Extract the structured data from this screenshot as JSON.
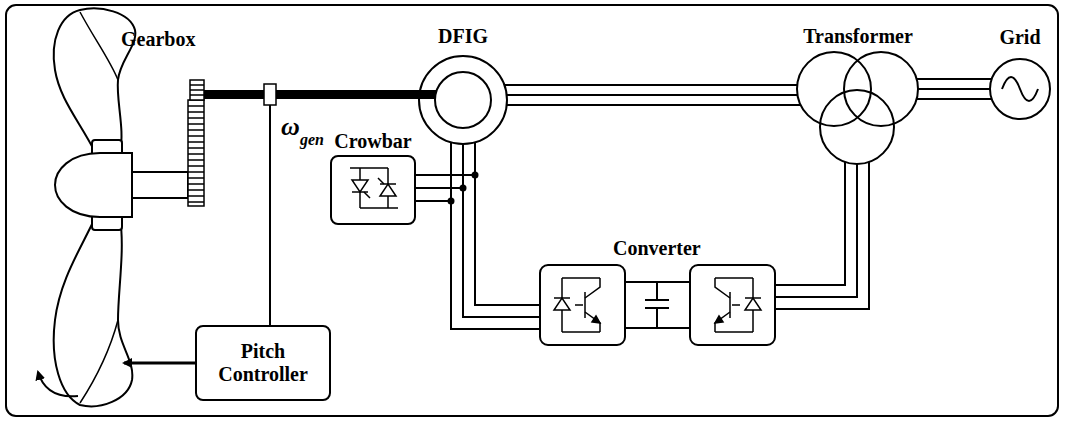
{
  "diagram": {
    "nodes": [
      {
        "text": [
          "DFIG"
        ]
      },
      {
        "text": [
          "Transformer"
        ]
      },
      {
        "text": [
          "Grid"
        ]
      },
      {
        "text": [
          "Crowbar"
        ]
      },
      {
        "text": [
          "Pitch Controller"
        ]
      }
    ],
    "edges": [
      {
        "from": 0,
        "to": 1,
        "arrow": "none"
      },
      {
        "from": 1,
        "to": 2,
        "arrow": "none"
      },
      {
        "from": 3,
        "to": 0,
        "arrow": "none"
      }
    ],
    "labels": [
      "Gearbox",
      "ω",
      "gen",
      "Converter"
    ]
  }
}
